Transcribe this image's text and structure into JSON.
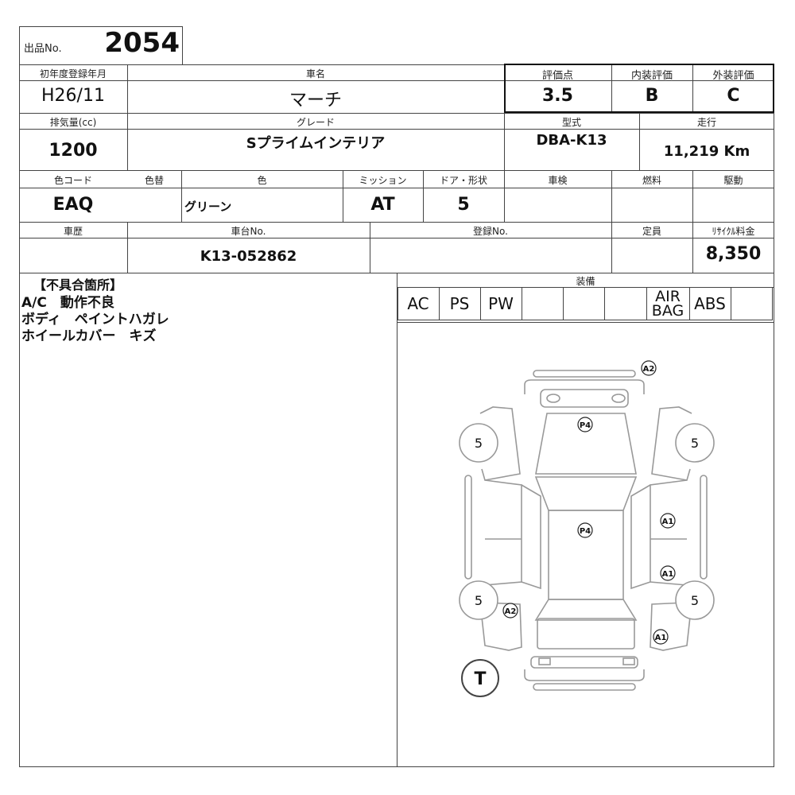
{
  "lot": {
    "label": "出品No.",
    "number": "2054"
  },
  "row1": {
    "year_label": "初年度登録年月",
    "year_value": "H26/11",
    "car_label": "車名",
    "car_value": "マーチ",
    "score_label": "評価点",
    "score_value": "3.5",
    "interior_label": "内装評価",
    "interior_value": "B",
    "exterior_label": "外装評価",
    "exterior_value": "C"
  },
  "row2": {
    "cc_label": "排気量(cc)",
    "cc_value": "1200",
    "grade_label": "グレード",
    "grade_value": "Sプライムインテリア",
    "model_label": "型式",
    "model_value": "DBA-K13",
    "mileage_label": "走行",
    "mileage_value": "11,219 Km"
  },
  "row3": {
    "color_code_label": "色コード",
    "color_code_value": "EAQ",
    "color_change_label": "色替",
    "color_change_value": "",
    "color_label": "色",
    "color_value": "グリーン",
    "mission_label": "ミッション",
    "mission_value": "AT",
    "door_label": "ドア・形状",
    "door_value": "5",
    "inspection_label": "車検",
    "inspection_value": "",
    "fuel_label": "燃料",
    "fuel_value": "",
    "drive_label": "駆動",
    "drive_value": ""
  },
  "row4": {
    "history_label": "車歴",
    "history_value": "",
    "chassis_label": "車台No.",
    "chassis_value": "K13-052862",
    "reg_label": "登録No.",
    "reg_value": "",
    "capacity_label": "定員",
    "capacity_value": "",
    "recycle_label": "ﾘｻｲｸﾙ料金",
    "recycle_value": "8,350"
  },
  "defects": {
    "title": "【不具合箇所】",
    "items": [
      "A/C　動作不良",
      "ボディ　ペイントハガレ",
      "ホイールカバー　キズ"
    ]
  },
  "equipment": {
    "title": "装備",
    "items": [
      "AC",
      "PS",
      "PW",
      "",
      "",
      "",
      "AIR BAG",
      "ABS",
      ""
    ]
  },
  "diagram": {
    "marks": {
      "roof_front": "A2",
      "hood": "P4",
      "roof": "P4",
      "right_front_door": "A1",
      "right_rear_door": "A1",
      "left_rear": "A2",
      "right_rear_quarter": "A1"
    },
    "tires": {
      "front_left": "5",
      "front_right": "5",
      "rear_left": "5",
      "rear_right": "5"
    },
    "spare": "T"
  },
  "colors": {
    "line": "#444444",
    "diagram": "#999999"
  }
}
